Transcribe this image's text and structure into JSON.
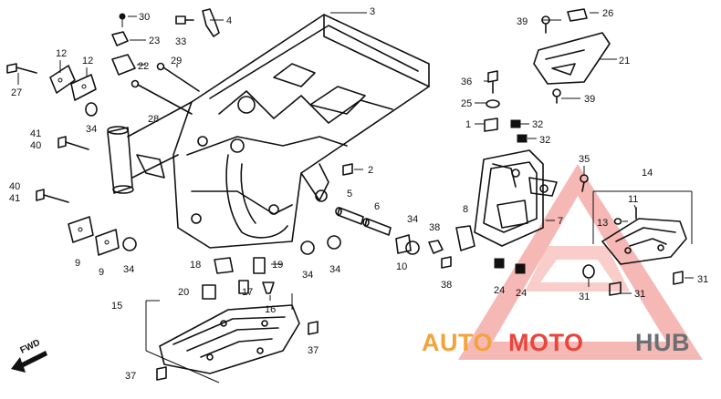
{
  "callouts": {
    "c30": "30",
    "c4": "4",
    "c3": "3",
    "c33": "33",
    "c23": "23",
    "c26": "26",
    "c39a": "39",
    "c12": "12",
    "c12b": "12",
    "c27": "27",
    "c22": "22",
    "c29": "29",
    "c21": "21",
    "c36": "36",
    "c39b": "39",
    "c25": "25",
    "c28": "28",
    "c34a": "34",
    "c1": "1",
    "c32a": "32",
    "c32b": "32",
    "c41a": "41",
    "c40a": "40",
    "c2": "2",
    "c35": "35",
    "c14": "14",
    "c11": "11",
    "c40b": "40",
    "c41b": "41",
    "c5": "5",
    "c6": "6",
    "c8": "8",
    "c34b": "34",
    "c38a": "38",
    "c7": "7",
    "c13": "13",
    "c9a": "9",
    "c9b": "9",
    "c34c": "34",
    "c18": "18",
    "c19": "19",
    "c34d": "34",
    "c34e": "34",
    "c10": "10",
    "c38b": "38",
    "c31a": "31",
    "c20": "20",
    "c17": "17",
    "c16": "16",
    "c15": "15",
    "c24a": "24",
    "c24b": "24",
    "c31b": "31",
    "c31c": "31",
    "c37a": "37",
    "c37b": "37"
  },
  "fwd_label": "FWD",
  "watermark": {
    "part1": "AUTO",
    "part2": "MOTO",
    "part3": "HUB",
    "color1": "#f4a23a",
    "color2": "#e8453c",
    "color3": "#6b6f72"
  }
}
